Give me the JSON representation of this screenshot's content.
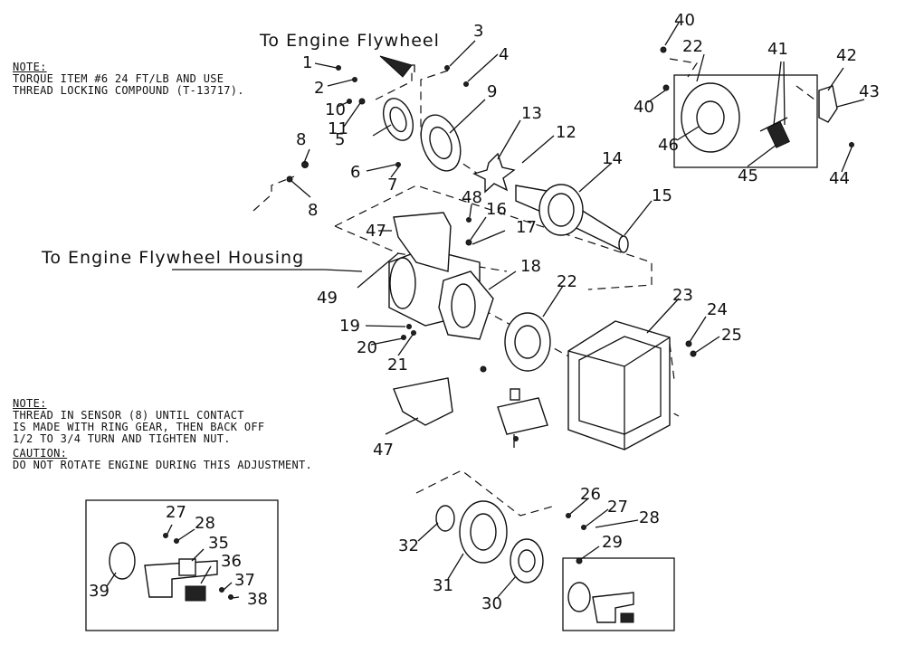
{
  "notes": {
    "top": {
      "heading": "NOTE:",
      "lines": [
        "TORQUE ITEM #6 24 FT/LB AND USE",
        "THREAD LOCKING COMPOUND (T-13717)."
      ]
    },
    "middle": {
      "heading": "NOTE:",
      "lines": [
        "THREAD IN SENSOR (8) UNTIL CONTACT",
        "IS MADE WITH RING GEAR, THEN BACK OFF",
        "1/2 TO 3/4 TURN AND TIGHTEN NUT."
      ],
      "caution_heading": "CAUTION:",
      "caution_text": "DO NOT ROTATE ENGINE DURING THIS ADJUSTMENT."
    }
  },
  "labels": {
    "flywheel": "To Engine Flywheel",
    "flywheel_housing": "To Engine Flywheel Housing"
  },
  "part_numbers": [
    "1",
    "2",
    "3",
    "4",
    "5",
    "6",
    "7",
    "8",
    "8",
    "9",
    "10",
    "11",
    "12",
    "13",
    "14",
    "15",
    "16",
    "17",
    "18",
    "19",
    "20",
    "21",
    "22",
    "22",
    "23",
    "24",
    "25",
    "26",
    "27",
    "27",
    "28",
    "28",
    "29",
    "30",
    "31",
    "32",
    "35",
    "36",
    "37",
    "38",
    "39",
    "40",
    "40",
    "41",
    "42",
    "43",
    "44",
    "45",
    "46",
    "47",
    "47",
    "48",
    "49"
  ]
}
